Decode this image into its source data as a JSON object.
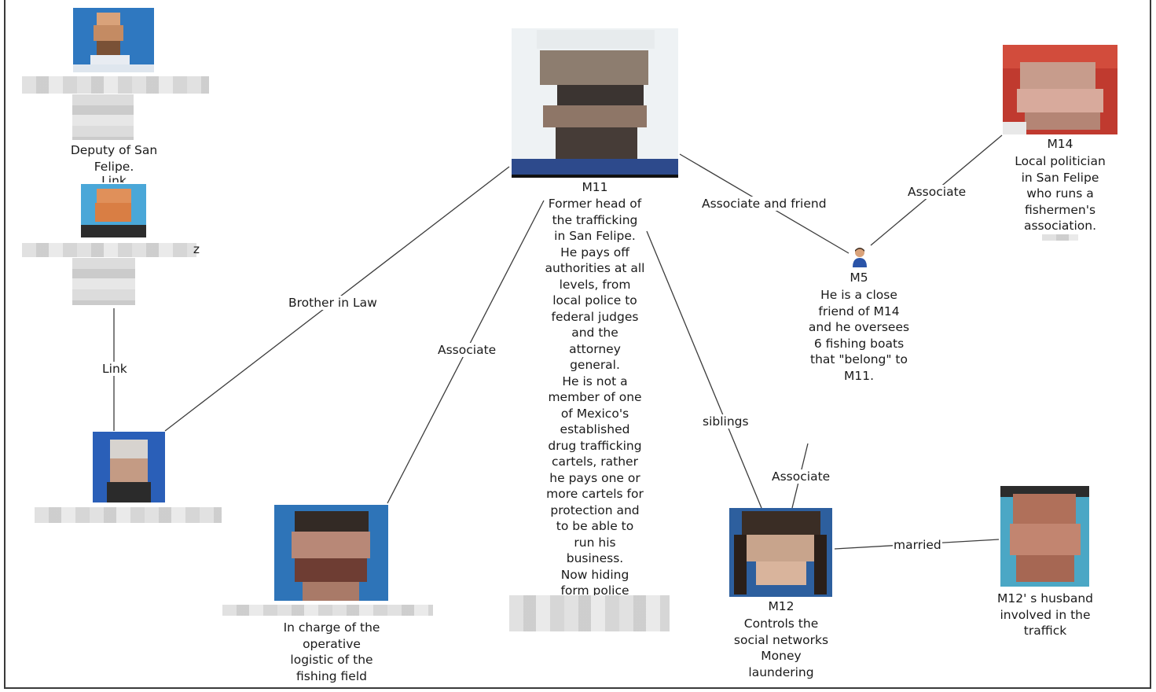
{
  "colors": {
    "line": "#3c3c3c",
    "frame": "#3a3a3a",
    "photo_bg_blue": "#2f6db0",
    "icon_blue": "#2a54a8"
  },
  "edges": {
    "brother_in_law": "Brother in Law",
    "associate_left": "Associate",
    "associate_and_friend": "Associate and friend",
    "associate_right": "Associate",
    "link": "Link",
    "siblings": "siblings",
    "associate_m12": "Associate",
    "married": "married"
  },
  "nodes": {
    "deputy": {
      "caption_1": "Deputy of San",
      "caption_2": "Felipe.",
      "cut_label": "Link"
    },
    "second_left": {
      "trailing_char": "z"
    },
    "m11": {
      "id": "M11",
      "description": [
        "Former head of",
        "the trafficking",
        "in San Felipe.",
        "He pays off",
        "authorities at all",
        "levels, from",
        "local police to",
        "federal judges",
        "and the",
        "attorney",
        "general.",
        "He is not a",
        "member of one",
        "of Mexico's",
        "established",
        "drug trafficking",
        "cartels, rather",
        "he pays one or",
        "more cartels for",
        "protection and",
        "to be able to",
        "run his",
        "business.",
        "Now hiding",
        "form police"
      ]
    },
    "m5": {
      "id": "M5",
      "description": [
        "He is a close",
        "friend of  M14",
        "and he oversees",
        "6 fishing boats",
        "that \"belong\" to",
        "M11."
      ]
    },
    "m14": {
      "id": "M14",
      "description": [
        "Local politician",
        "in San Felipe",
        "who runs a",
        "fishermen's",
        "association."
      ]
    },
    "operative": {
      "description": [
        "In charge of the",
        "operative",
        "logistic of the",
        "fishing field"
      ]
    },
    "m12": {
      "id": "M12",
      "description": [
        "Controls the",
        "social networks",
        "Money",
        "laundering"
      ]
    },
    "m12_husband": {
      "description": [
        "M12' s husband",
        "involved in the",
        "traffick"
      ]
    }
  }
}
